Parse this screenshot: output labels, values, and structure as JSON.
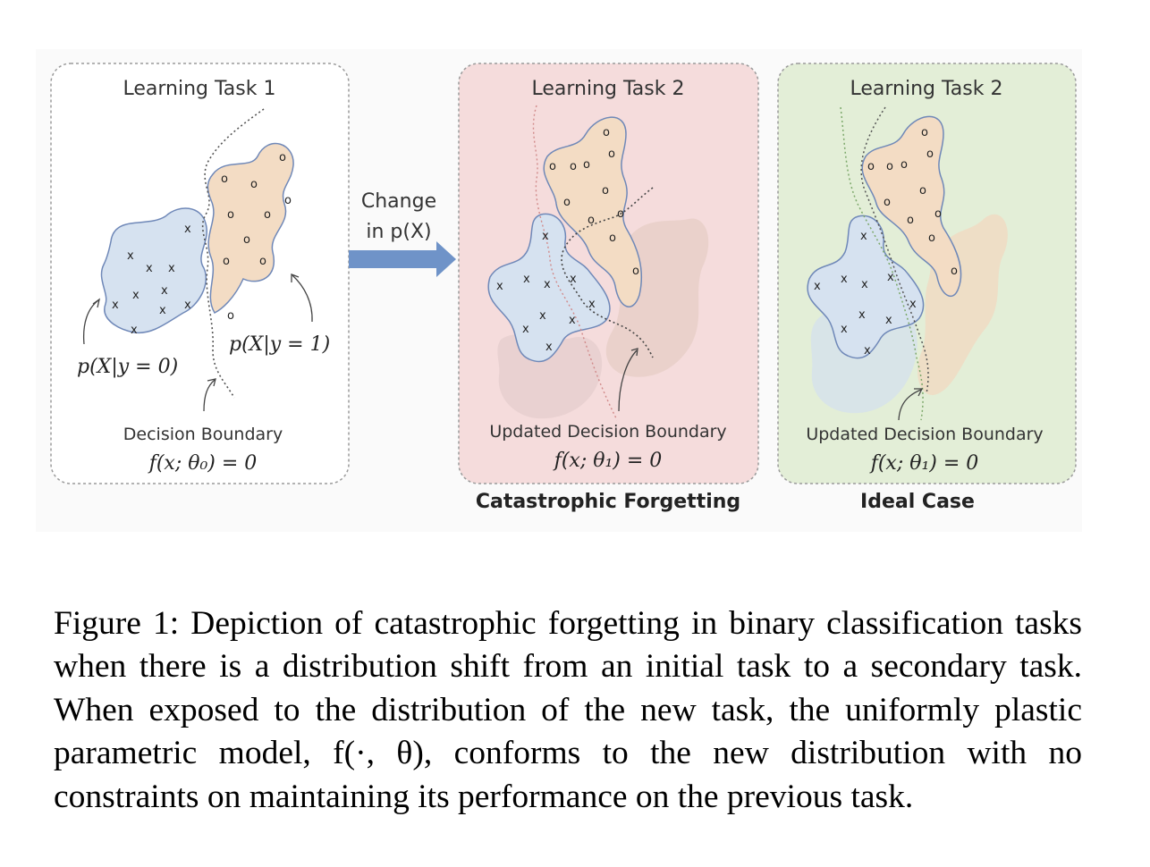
{
  "figure": {
    "panel1": {
      "title": "Learning Task 1",
      "class0_label": "p(X|y = 0)",
      "class1_label": "p(X|y = 1)",
      "boundary_label": "Decision Boundary",
      "boundary_eq": "f(x; θ₀) = 0"
    },
    "arrow": {
      "line1": "Change",
      "line2": "in p(X)"
    },
    "panel2": {
      "title": "Learning Task 2",
      "boundary_label": "Updated Decision Boundary",
      "boundary_eq": "f(x; θ₁) = 0",
      "caption": "Catastrophic Forgetting"
    },
    "panel3": {
      "title": "Learning Task 2",
      "boundary_label": "Updated Decision Boundary",
      "boundary_eq": "f(x; θ₁) = 0",
      "caption": "Ideal Case"
    },
    "colors": {
      "class0_fill": "#d6e2f0",
      "class1_fill": "#f3dcc4",
      "forgetting_bg": "#f5dcdc",
      "ideal_bg": "#e3eed7",
      "arrow": "#6f93c8"
    }
  },
  "caption": {
    "label": "Figure 1:",
    "text": "Depiction of catastrophic forgetting in binary classification tasks when there is a distribution shift from an initial task to a secondary task. When exposed to the distribution of the new task, the uniformly plastic parametric model, f(·, θ), conforms to the new distribution with no constraints on maintaining its performance on the previous task."
  }
}
